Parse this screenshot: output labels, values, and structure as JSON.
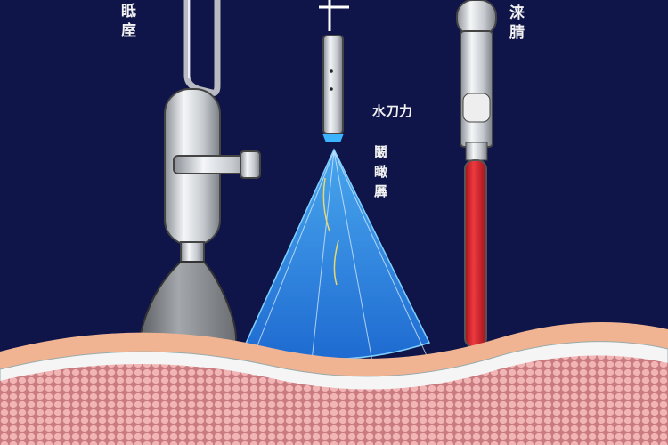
{
  "labels": {
    "left": [
      "眡",
      "庢"
    ],
    "right": [
      "涞",
      "腈"
    ],
    "center_top": "水刀力",
    "center_col": [
      "鬫",
      "瞰",
      "羼"
    ]
  },
  "colors": {
    "background": "#0f1549",
    "spray": "#2f8ee8",
    "mercury": "#d8202a",
    "skin": "#f0b493",
    "tissue": "#e8a3a3"
  }
}
